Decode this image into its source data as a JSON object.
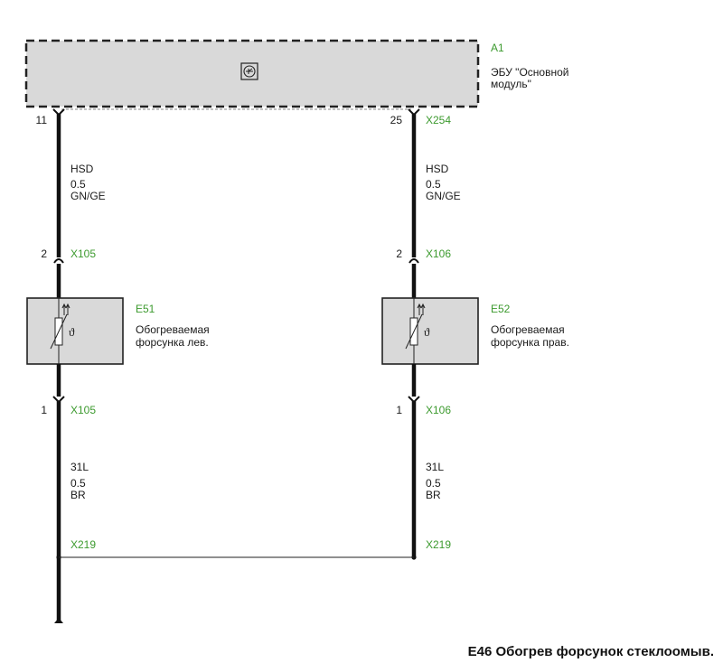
{
  "colors": {
    "wire": "#111111",
    "box_fill": "#d9d9d9",
    "connector": "#3c9a2e",
    "text": "#1a1a1a"
  },
  "ecu": {
    "ref": "A1",
    "name_line1": "ЭБУ \"Основной",
    "name_line2": "модуль\"",
    "icon": "transistor-icon",
    "pin_left": "11",
    "pin_right": "25",
    "connector": "X254"
  },
  "left": {
    "top_wire": {
      "line1": "HSD",
      "line2": "0.5",
      "line3": "GN/GE"
    },
    "conn_top": {
      "pin": "2",
      "id": "X105"
    },
    "component": {
      "ref": "E51",
      "name_line1": "Обогреваемая",
      "name_line2": "форсунка лев.",
      "icon": "heating-resistor-icon"
    },
    "conn_bottom": {
      "pin": "1",
      "id": "X105"
    },
    "bottom_wire": {
      "line1": "31L",
      "line2": "0.5",
      "line3": "BR"
    },
    "splice": "X219"
  },
  "right": {
    "top_wire": {
      "line1": "HSD",
      "line2": "0.5",
      "line3": "GN/GE"
    },
    "conn_top": {
      "pin": "2",
      "id": "X106"
    },
    "component": {
      "ref": "E52",
      "name_line1": "Обогреваемая",
      "name_line2": "форсунка прав.",
      "icon": "heating-resistor-icon"
    },
    "conn_bottom": {
      "pin": "1",
      "id": "X106"
    },
    "bottom_wire": {
      "line1": "31L",
      "line2": "0.5",
      "line3": "BR"
    },
    "splice": "X219"
  },
  "title": "E46 Обогрев форсунок стеклоомыв."
}
